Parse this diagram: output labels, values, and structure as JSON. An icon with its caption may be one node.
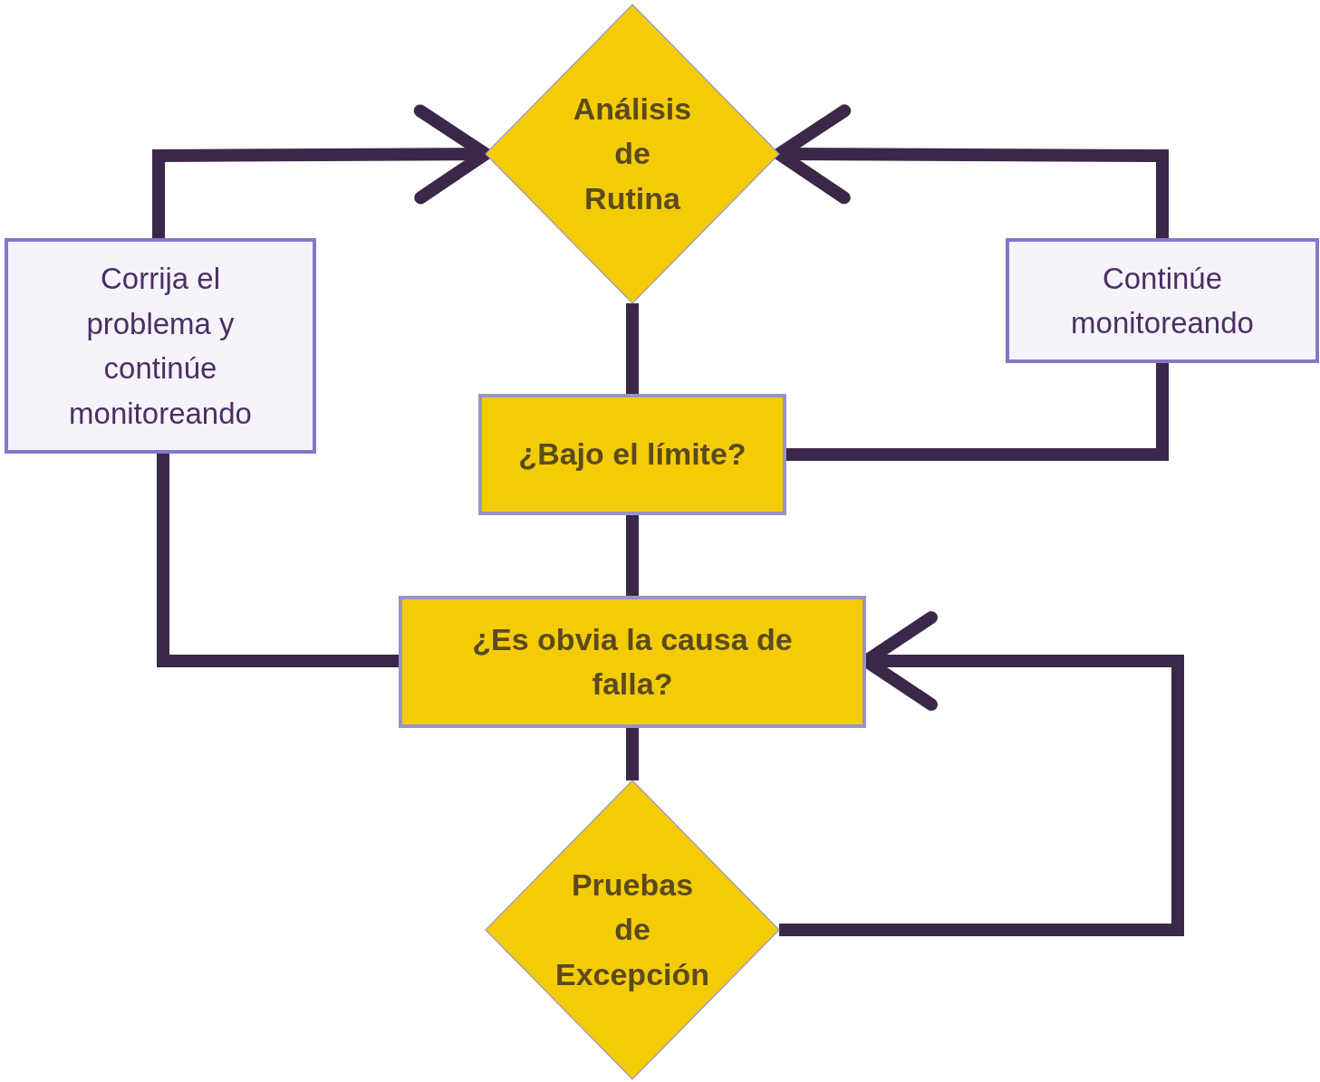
{
  "diagram": {
    "nodes": [
      {
        "text": [
          "Análisis de Rutina"
        ]
      },
      {
        "text": [
          "Corrija el problema y continúe monitoreando"
        ]
      },
      {
        "text": [
          "Continúe monitoreando"
        ]
      },
      {
        "text": [
          "¿Bajo el límite?"
        ]
      },
      {
        "text": [
          "¿Es obvia la causa de falla?"
        ]
      },
      {
        "text": [
          "Pruebas de Excepción"
        ]
      }
    ],
    "edges": [
      {
        "from": 0,
        "to": 3,
        "arrow": "none"
      },
      {
        "from": 3,
        "to": 4,
        "arrow": "none"
      },
      {
        "from": 4,
        "to": 5,
        "arrow": "none"
      },
      {
        "from": 1,
        "to": 0,
        "arrow": "to"
      },
      {
        "from": 2,
        "to": 0,
        "arrow": "to"
      },
      {
        "from": 3,
        "to": 2,
        "arrow": "none"
      },
      {
        "from": 4,
        "to": 1,
        "arrow": "none"
      },
      {
        "from": 5,
        "to": 4,
        "arrow": "to"
      }
    ]
  }
}
